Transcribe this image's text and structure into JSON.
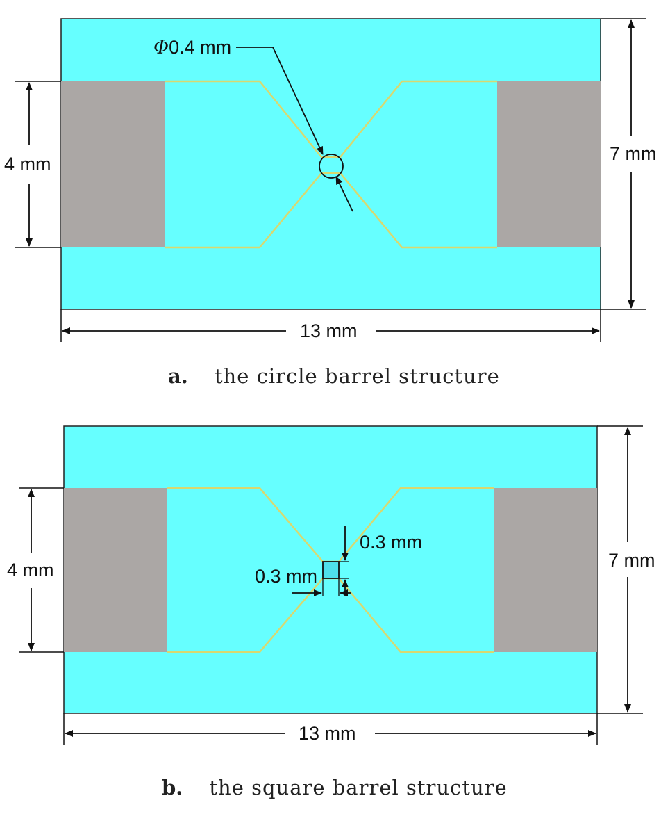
{
  "colors": {
    "substrate": "#66ffff",
    "electrode": "#aba7a5",
    "trace": "#d8d870",
    "outline": "#222222",
    "dimension": "#111111"
  },
  "panels": [
    {
      "id": "a",
      "caption_letter": "a.",
      "caption_text": "the circle barrel structure",
      "width_label": "13 mm",
      "height_label": "7 mm",
      "electrode_label": "4 mm",
      "feature_prefix": "Φ",
      "feature_label": "0.4 mm"
    },
    {
      "id": "b",
      "caption_letter": "b.",
      "caption_text": "the square barrel structure",
      "width_label": "13 mm",
      "height_label": "7 mm",
      "electrode_label": "4 mm",
      "feature_label_1": "0.3 mm",
      "feature_label_2": "0.3 mm"
    }
  ]
}
